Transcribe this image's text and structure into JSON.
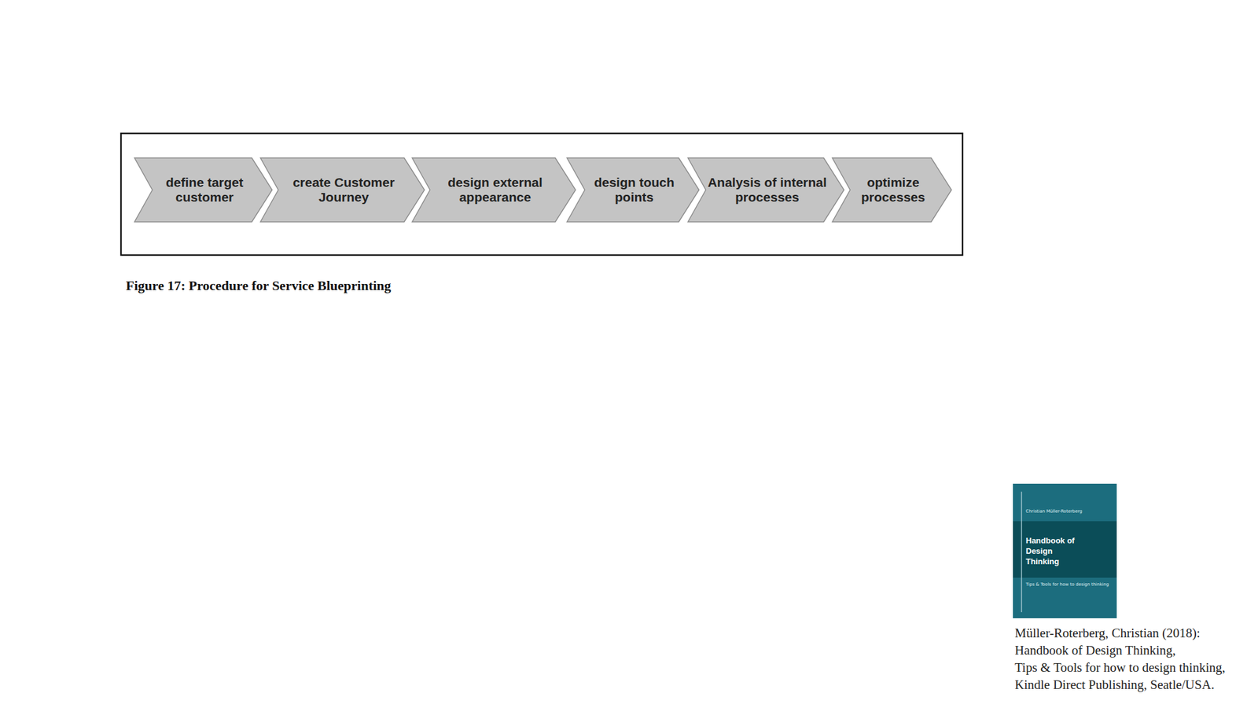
{
  "diagram": {
    "caption": "Figure 17: Procedure for Service Blueprinting",
    "nodes": [
      {
        "text": [
          "define target customer"
        ]
      },
      {
        "text": [
          "create Customer Journey"
        ]
      },
      {
        "text": [
          "design external appearance"
        ]
      },
      {
        "text": [
          "design touch points"
        ]
      },
      {
        "text": [
          "Analysis of internal processes"
        ]
      },
      {
        "text": [
          "optimize processes"
        ]
      }
    ],
    "labels": [
      "Christian Müller-Roterberg",
      "Handbook of Design Thinking",
      "Tips & Tools for how to design thinking",
      "Müller-Roterberg, Christian (2018):",
      "Handbook of Design Thinking,",
      "Tips & Tools for how to design thinking,",
      "Kindle Direct Publishing, Seatle/USA."
    ]
  }
}
